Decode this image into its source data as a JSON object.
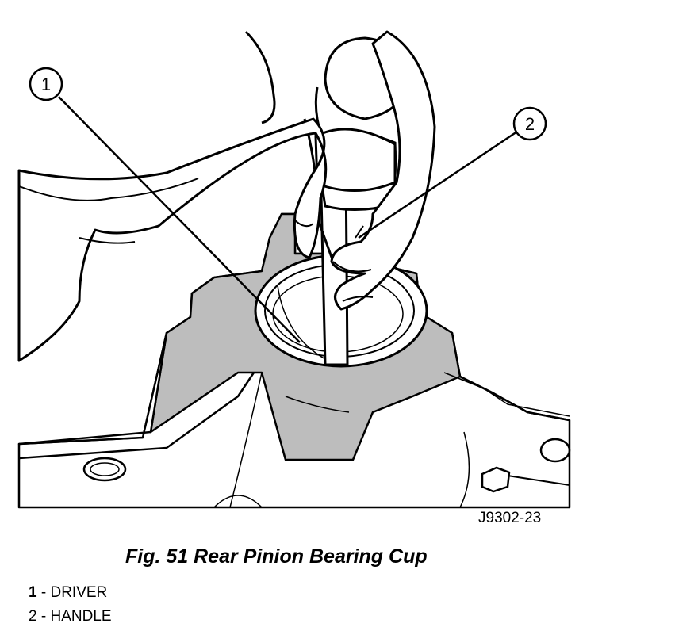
{
  "figure": {
    "code": "J9302-23",
    "callouts": [
      {
        "number": "1"
      },
      {
        "number": "2"
      }
    ]
  },
  "caption": "Fig. 51 Rear Pinion Bearing Cup",
  "legend": [
    {
      "number": "1",
      "label": "DRIVER"
    },
    {
      "number": "2",
      "label": "HANDLE"
    }
  ],
  "colors": {
    "ink": "#000000",
    "shading": "#bdbdbd",
    "paper": "#ffffff"
  }
}
